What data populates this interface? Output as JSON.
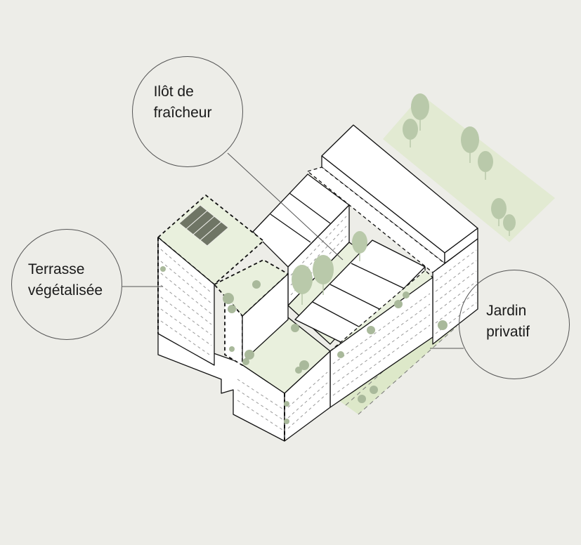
{
  "labels": {
    "ilot": "Ilôt de\nfraîcheur",
    "terrasse": "Terrasse\nvégétalisée",
    "jardin": "Jardin\nprivatif"
  },
  "colors": {
    "background": "#ededE8",
    "green_fill": "#e9f0dd",
    "garden_fill": "#dde8c9",
    "tree": "#b9c9aa",
    "solar_panel": "#6f7565",
    "line": "#111111"
  },
  "icons": {
    "solar": "solar-panel-icon",
    "tree": "tree-icon",
    "shrub": "shrub-icon"
  }
}
